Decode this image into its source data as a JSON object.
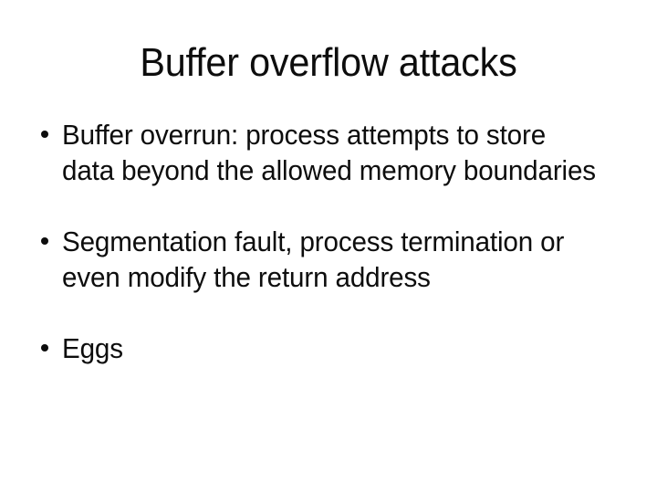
{
  "slide": {
    "title": "Buffer overflow attacks",
    "background_color": "#ffffff",
    "text_color": "#0d0d0d",
    "bullets": [
      {
        "marker": "round-bullet",
        "text": "Buffer overrun: process attempts to store data beyond the allowed memory boundaries"
      },
      {
        "marker": "round-bullet",
        "text": "Segmentation fault, process termination or even modify the return address"
      },
      {
        "marker": "round-bullet",
        "text": "Eggs"
      }
    ]
  }
}
